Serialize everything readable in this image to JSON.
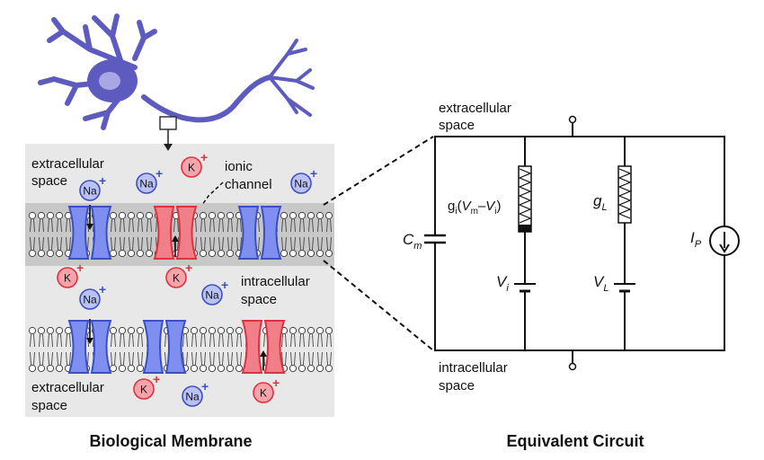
{
  "colors": {
    "na_blue": "#3b4fc4",
    "na_fill": "#7f8ff0",
    "k_red": "#e0313e",
    "k_fill": "#f07f8a",
    "neuron": "#5d5bbf",
    "panel_bg": "#e8e8e8",
    "band_bg": "#c8c8c8"
  },
  "left_panel": {
    "title": "Biological Membrane",
    "labels": {
      "extracellular_top": [
        "extracellular",
        "space"
      ],
      "ionic_channel": [
        "ionic",
        "channel"
      ],
      "intracellular": [
        "intracellular",
        "space"
      ],
      "extracellular_bottom": [
        "extracellular",
        "space"
      ]
    },
    "ion_na": "Na",
    "ion_k": "K",
    "charge": "+"
  },
  "right_panel": {
    "title": "Equivalent Circuit",
    "labels": {
      "extracellular": [
        "extracellular",
        "space"
      ],
      "intracellular": [
        "intracellular",
        "space"
      ],
      "cm": {
        "main": "C",
        "sub": "m"
      },
      "gi_expr": {
        "g": "g",
        "i": "i",
        "open": "(",
        "V": "V",
        "m": "m",
        "minus": "–",
        "V2": "V",
        "i2": "i",
        "close": ")"
      },
      "gl": {
        "main": "g",
        "sub": "L"
      },
      "vi": {
        "main": "V",
        "sub": "i"
      },
      "vl": {
        "main": "V",
        "sub": "L"
      },
      "ip": {
        "main": "I",
        "sub": "P"
      }
    }
  }
}
